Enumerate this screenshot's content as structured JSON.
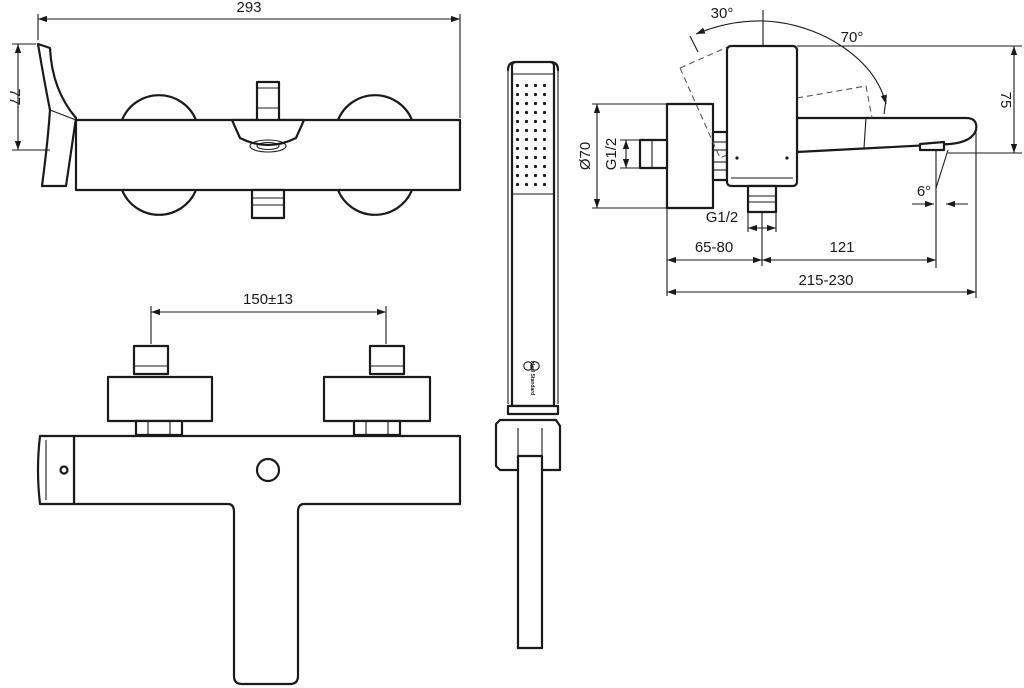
{
  "dimensions": {
    "overall_width": "293",
    "handle_height": "77",
    "angle_30": "30°",
    "angle_70": "70°",
    "height_75": "75",
    "diameter": "Ø70",
    "thread_inlet": "G1/2",
    "thread_outlet": "G1/2",
    "angle_6": "6°",
    "depth_65_80": "65-80",
    "spout_121": "121",
    "total_215_230": "215-230",
    "centres_150": "150±13"
  },
  "branding": {
    "logo_text": "Ideal Standard"
  }
}
